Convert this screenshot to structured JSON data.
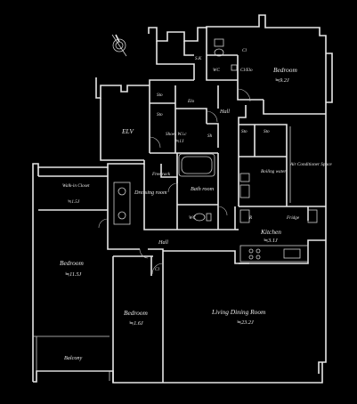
{
  "rooms": {
    "bedroom_ne": "Bedroom",
    "bedroom_ne_area": "≒9.2J",
    "cl_top": "Cl",
    "cl_mid": "Cl/Elo",
    "sk": "S.K",
    "wc_top": "WC",
    "sto_top": "Sto",
    "sto_mid": "Sto",
    "elo": "Elo",
    "hall_n": "Hall",
    "elv": "ELV",
    "shoes_wik": "Shoes W.i.c",
    "shoes_wik_area": "≒1J",
    "sh": "Sh",
    "sto_right1": "Sto",
    "sto_right2": "Sto",
    "ac_space": "Air Conditioner Space",
    "boiling_water": "Boiling water",
    "walkin_closet": "Walk-in Closet",
    "walkin_area": "≒1.5J",
    "free_rack": "Free rack",
    "dressing_room": "Dressing room",
    "bath_room": "Bath room",
    "wc_mid": "WC",
    "kitchen": "Kitchen",
    "kitchen_area": "≒3.1J",
    "hall_s": "Hall",
    "cl_s": "Cl",
    "bedroom_w": "Bedroom",
    "bedroom_w_area": "≒11.5J",
    "bedroom_s": "Bedroom",
    "bedroom_s_area": "≒1.6J",
    "living": "Living Dining Room",
    "living_area": "≒23.2J",
    "balcony": "Balcony",
    "r_label": "R",
    "fridge": "Fridge"
  },
  "compass": "N"
}
